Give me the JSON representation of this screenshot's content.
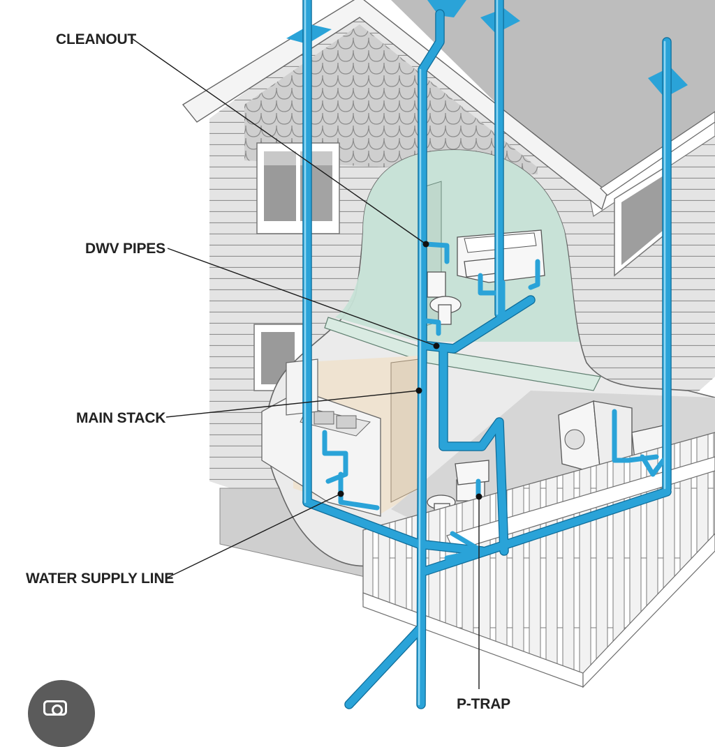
{
  "labels": {
    "cleanout": "CLEANOUT",
    "dwv_pipes": "DWV PIPES",
    "main_stack": "MAIN STACK",
    "water_supply_line": "WATER SUPPLY LINE",
    "p_trap": "P-TRAP"
  },
  "colors": {
    "pipe": "#2aa3d8",
    "siding": "#d9d9d9",
    "roof": "#b9b9b9",
    "cutaway_upper": "#c9e3d9",
    "cutaway_lower": "#efe4d2",
    "label_text": "#222222"
  },
  "overlay": {
    "camera_icon": "camera-icon"
  }
}
